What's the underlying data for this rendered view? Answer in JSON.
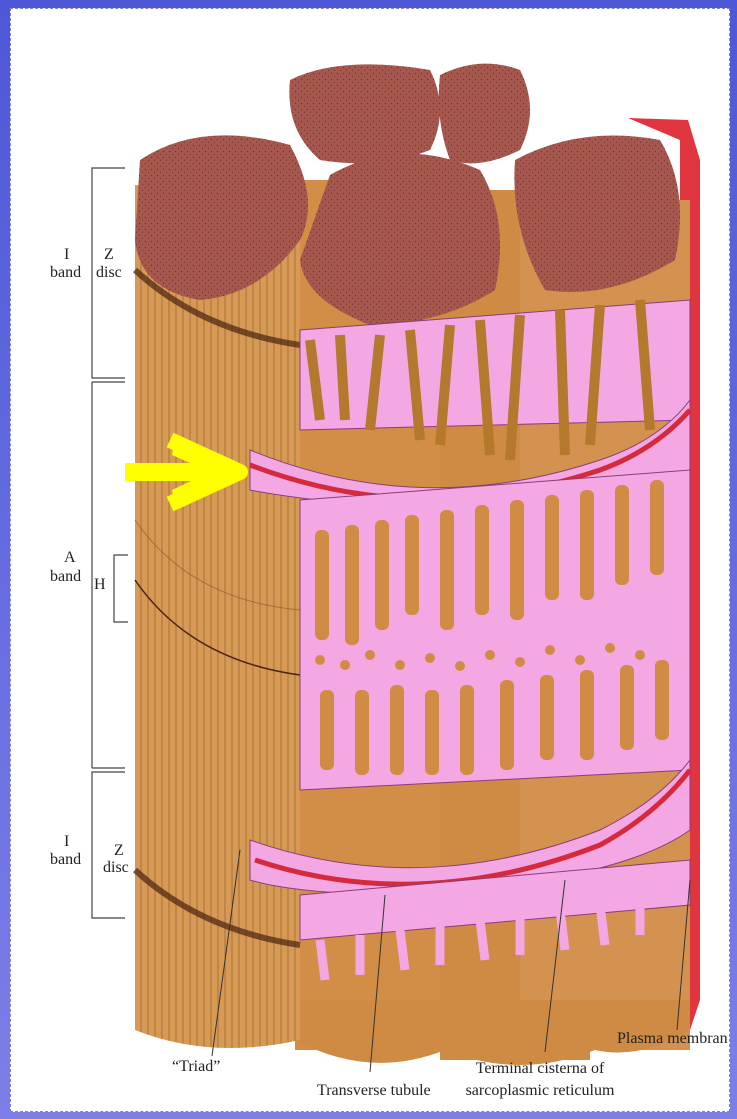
{
  "labels": {
    "i_band_top": "I",
    "band_top": "band",
    "z_top": "Z",
    "disc_top": "disc",
    "a_band_a": "A",
    "a_band_band": "band",
    "h_zone": "H",
    "i_band_bottom": "I",
    "band_bottom": "band",
    "z_bottom": "Z",
    "disc_bottom": "disc",
    "triad": "“Triad”",
    "transverse_tubule": "Transverse tubule",
    "terminal_cisterna_1": "Terminal cisterna of",
    "terminal_cisterna_2": "sarcoplasmic reticulum",
    "plasma_membrane": "Plasma membran"
  },
  "colors": {
    "myofibril_end": "#a6584f",
    "fiber_body": "#d99a52",
    "reticulum": "#f3a7e3",
    "tubule": "#d5293c",
    "membrane": "#e0343f",
    "arrow": "#ffff00",
    "background": "#5158d8"
  },
  "pointer": {
    "icon": "arrow-right-icon"
  }
}
